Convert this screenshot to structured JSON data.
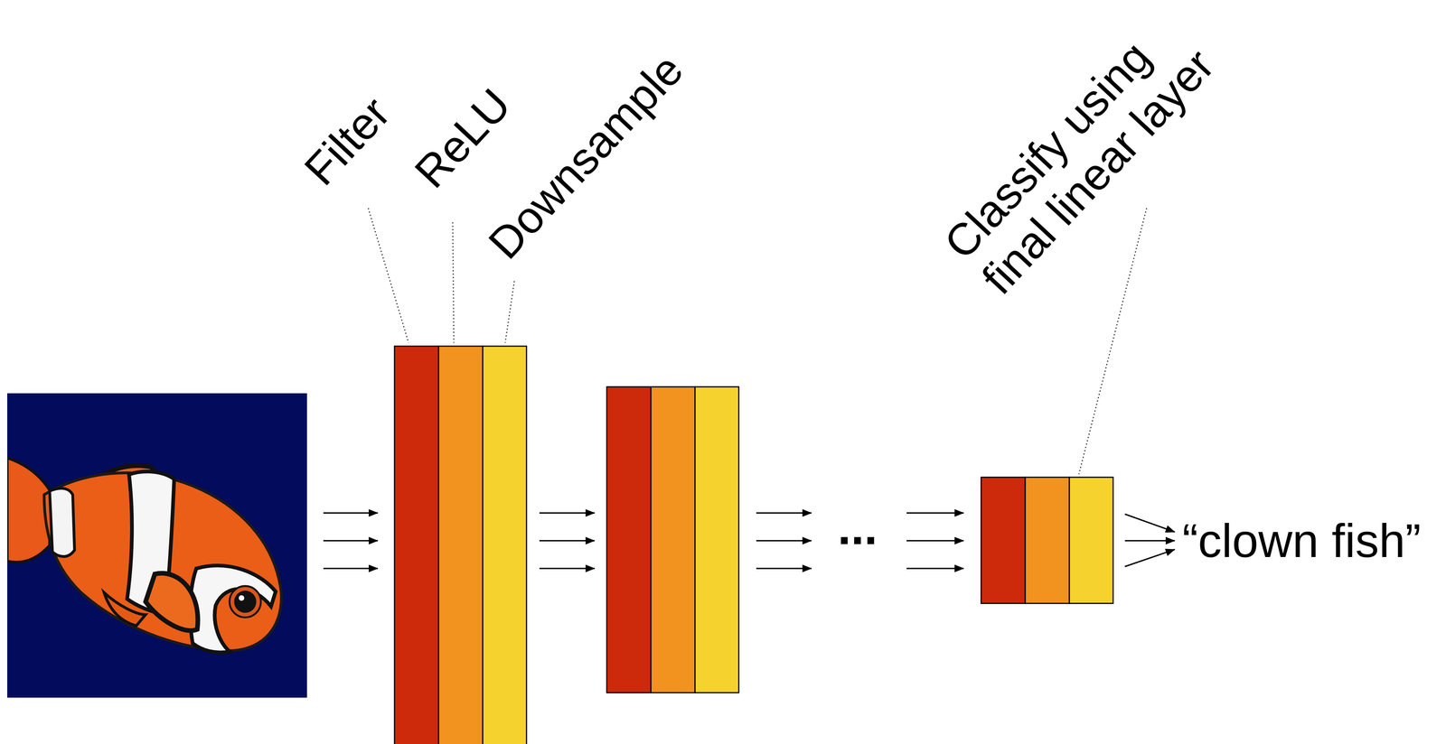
{
  "diagram": {
    "labels": [
      "Filter",
      "ReLU",
      "Downsample",
      "...",
      "Classify using final linear layer",
      "“clown fish”"
    ]
  }
}
